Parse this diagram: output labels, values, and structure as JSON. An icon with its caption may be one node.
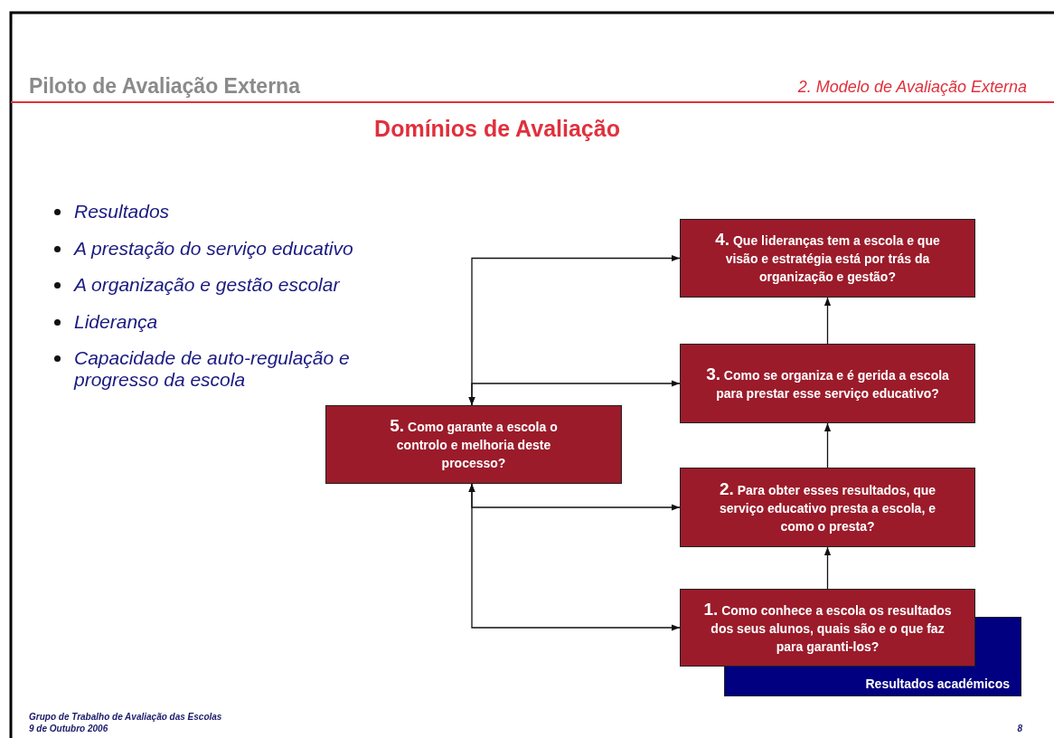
{
  "diagram": {
    "title": "Domínios de Avaliação",
    "nodes": [
      {
        "text": [
          "**4.** Que lideranças tem a escola e que visão e estratégia está por trás da organização e gestão?"
        ]
      },
      {
        "text": [
          "**3.** Como se organiza e é gerida a escola para prestar esse serviço educativo?"
        ]
      },
      {
        "text": [
          "**5.** Como garante a escola o controlo e melhoria deste processo?"
        ]
      },
      {
        "text": [
          "**2.** Para obter esses resultados, que serviço educativo presta a escola, e como o presta?"
        ]
      },
      {
        "text": [
          "Resultados académicos"
        ]
      },
      {
        "text": [
          "**1.** Como conhece a escola os resultados dos seus alunos, quais são e o que faz para garanti-los?"
        ]
      }
    ],
    "edges": [
      {
        "from": 2,
        "to": 0,
        "arrow": "both"
      },
      {
        "from": 2,
        "to": 1,
        "arrow": "both"
      },
      {
        "from": 2,
        "to": 3,
        "arrow": "both"
      },
      {
        "from": 2,
        "to": 5,
        "arrow": "both"
      },
      {
        "from": 5,
        "to": 3,
        "arrow": "to"
      },
      {
        "from": 3,
        "to": 1,
        "arrow": "to"
      },
      {
        "from": 1,
        "to": 0,
        "arrow": "to"
      }
    ],
    "labels": [
      "Piloto de Avaliação Externa",
      "2. Modelo de Avaliação Externa",
      "Resultados",
      "A prestação do serviço educativo",
      "A organização e gestão escolar",
      "Liderança",
      "Capacidade de auto-regulação e progresso da escola",
      "Grupo de Trabalho de Avaliação das Escolas",
      "9 de Outubro 2006",
      "8"
    ]
  }
}
